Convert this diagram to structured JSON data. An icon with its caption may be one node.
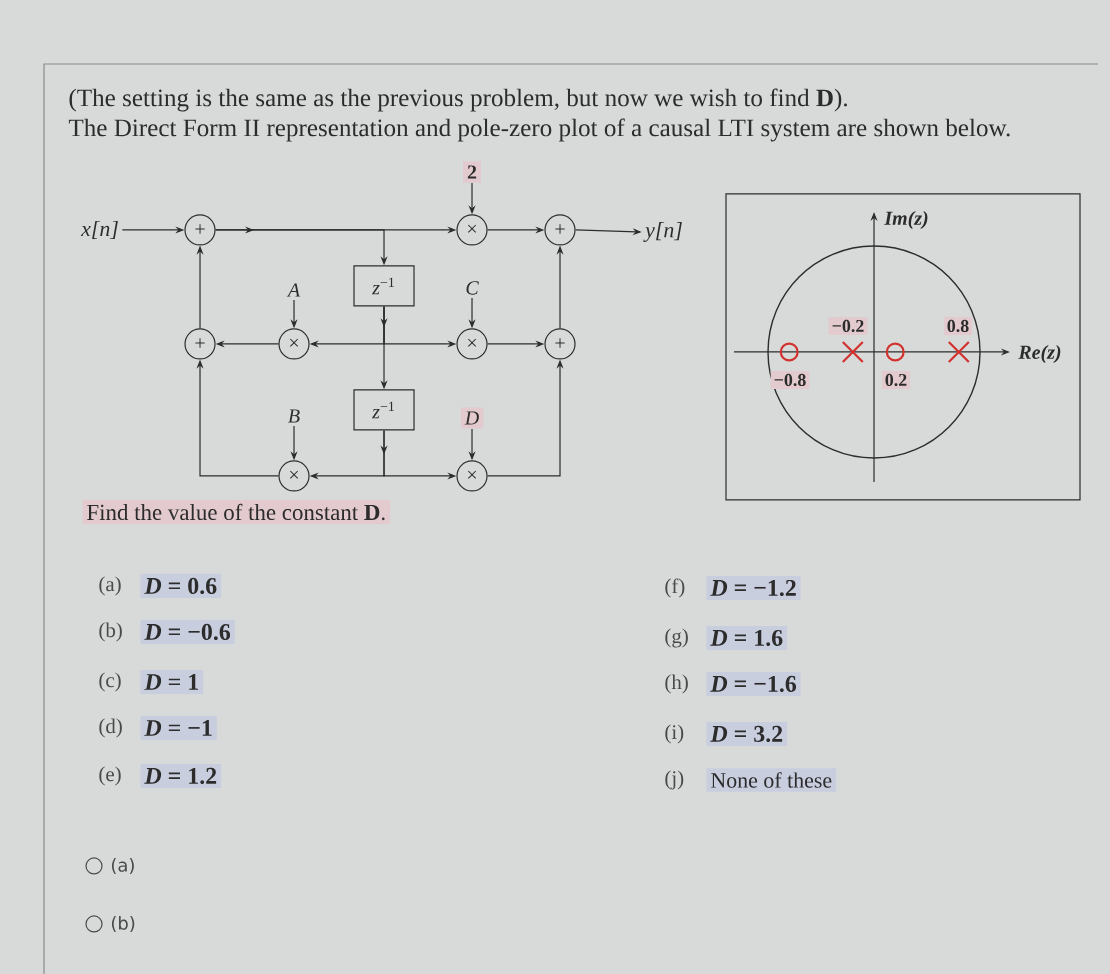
{
  "diagram": {
    "nodes": [
      {
        "text": [
          "2"
        ]
      },
      {
        "text": [
          "x[n]"
        ]
      },
      {
        "text": [
          "+"
        ]
      },
      {
        "text": [
          "×"
        ]
      },
      {
        "text": [
          "+"
        ]
      },
      {
        "text": [
          "y[n]"
        ]
      },
      {
        "text": [
          "A"
        ]
      },
      {
        "text": [
          "*z*$^{−1}$"
        ]
      },
      {
        "text": [
          "C"
        ]
      },
      {
        "text": [
          "+"
        ]
      },
      {
        "text": [
          "×"
        ]
      },
      {
        "text": [
          "×"
        ]
      },
      {
        "text": [
          "+"
        ]
      },
      {
        "text": [
          "B"
        ]
      },
      {
        "text": [
          "*z*$^{−1}$"
        ]
      },
      {
        "text": [
          "D"
        ]
      },
      {
        "text": [
          "×"
        ]
      },
      {
        "text": [
          "×"
        ]
      }
    ],
    "edges": [
      {
        "from": 1,
        "to": 2,
        "arrow": "to"
      },
      {
        "from": 2,
        "to": 3,
        "arrow": "to"
      },
      {
        "from": 2,
        "to": 7,
        "arrow": "to"
      },
      {
        "from": 0,
        "to": 3,
        "arrow": "to"
      },
      {
        "from": 3,
        "to": 4,
        "arrow": "to"
      },
      {
        "from": 4,
        "to": 5,
        "arrow": "to"
      },
      {
        "from": 7,
        "to": 10,
        "arrow": "to"
      },
      {
        "from": 7,
        "to": 11,
        "arrow": "to"
      },
      {
        "from": 7,
        "to": 14,
        "arrow": "to"
      },
      {
        "from": 6,
        "to": 10,
        "arrow": "to"
      },
      {
        "from": 8,
        "to": 11,
        "arrow": "to"
      },
      {
        "from": 10,
        "to": 9,
        "arrow": "to"
      },
      {
        "from": 9,
        "to": 2,
        "arrow": "to"
      },
      {
        "from": 11,
        "to": 12,
        "arrow": "to"
      },
      {
        "from": 12,
        "to": 4,
        "arrow": "to"
      },
      {
        "from": 14,
        "to": 16,
        "arrow": "to"
      },
      {
        "from": 14,
        "to": 17,
        "arrow": "to"
      },
      {
        "from": 13,
        "to": 16,
        "arrow": "to"
      },
      {
        "from": 15,
        "to": 17,
        "arrow": "to"
      },
      {
        "from": 16,
        "to": 9,
        "arrow": "to"
      },
      {
        "from": 17,
        "to": 12,
        "arrow": "to"
      }
    ],
    "labels": [
      "(The setting is the same as the previous problem, but now we wish to find **D**).",
      "The Direct Form II representation and pole-zero plot of a causal LTI system are shown below.",
      "Im(z)",
      "−0.2",
      "0.8",
      "Re(z)",
      "−0.8",
      "0.2",
      "Find the value of the constant **D**.",
      "(a)",
      "*D* = 0.6",
      "(f)",
      "*D* = −1.2",
      "(b)",
      "*D* = −0.6",
      "(g)",
      "*D* = 1.6",
      "(c)",
      "*D* = 1",
      "(h)",
      "*D* = −1.6",
      "(d)",
      "*D* = −1",
      "(i)",
      "*D* = 3.2",
      "(e)",
      "*D* = 1.2",
      "(j)",
      "None of these",
      "(a)",
      "(b)"
    ]
  }
}
